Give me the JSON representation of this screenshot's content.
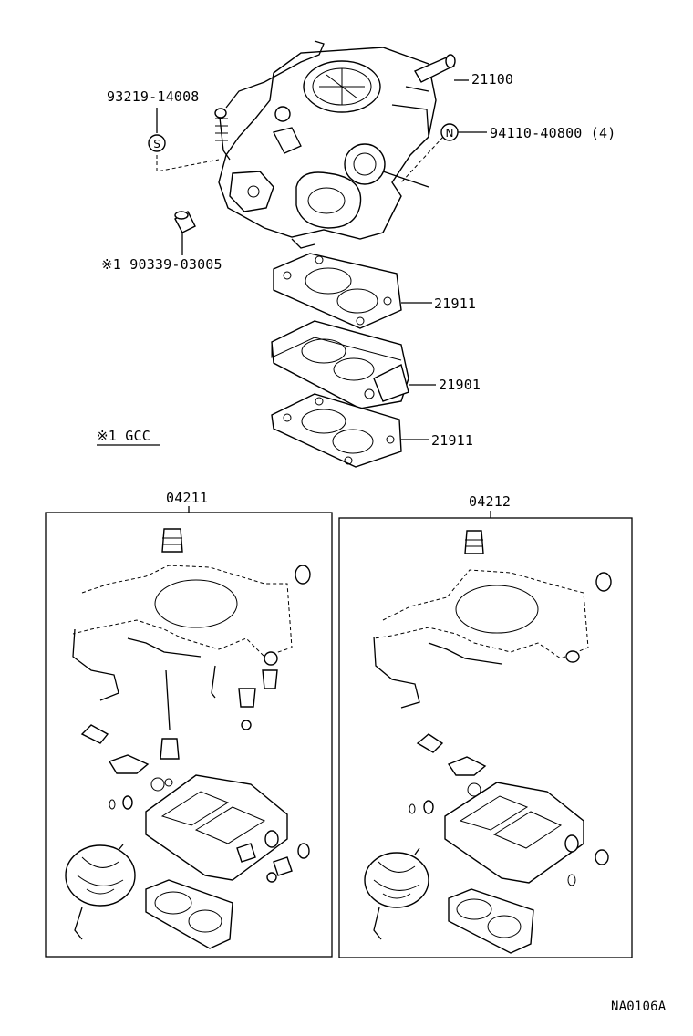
{
  "labels": {
    "assembly_part": "21100",
    "screw_part": "93219-14008",
    "nut_part": "94110-40800 (4)",
    "plug_part": "※1 90339-03005",
    "gasket_upper": "21911",
    "insulator": "21901",
    "gasket_lower": "21911",
    "note": "※1 GCC",
    "kit_left": "04211",
    "kit_right": "04212",
    "diagram_code": "NA0106A"
  },
  "markers": {
    "screw_marker": "S",
    "nut_marker": "N"
  }
}
